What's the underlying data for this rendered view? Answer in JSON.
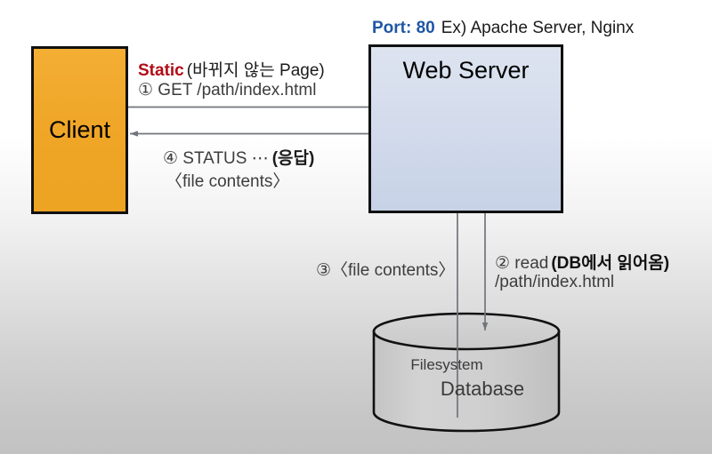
{
  "diagram": {
    "title_line": {
      "port": "Port: 80",
      "example": "Ex) Apache Server, Nginx"
    },
    "nodes": {
      "client": {
        "label": "Client",
        "color": "#efa526"
      },
      "web_server": {
        "label": "Web Server",
        "color": "#d4dcec"
      },
      "database": {
        "label_top": "Filesystem",
        "label_main": "Database",
        "color": "#cccccc"
      }
    },
    "flows": {
      "static_label": "Static",
      "static_note": "(바뀌지 않는 Page)",
      "step1": "① GET /path/index.html",
      "step4": "④ STATUS ⋯",
      "step4_note": "(응답)",
      "step4_payload": "〈file contents〉",
      "step3": "③〈file contents〉",
      "step2": "② read",
      "step2_note": "(DB에서 읽어옴)",
      "step2_path": "/path/index.html"
    },
    "colors": {
      "port_text": "#1f56a6",
      "static_text": "#b00d16",
      "arrow": "#6b6f75",
      "border": "#111111"
    }
  }
}
